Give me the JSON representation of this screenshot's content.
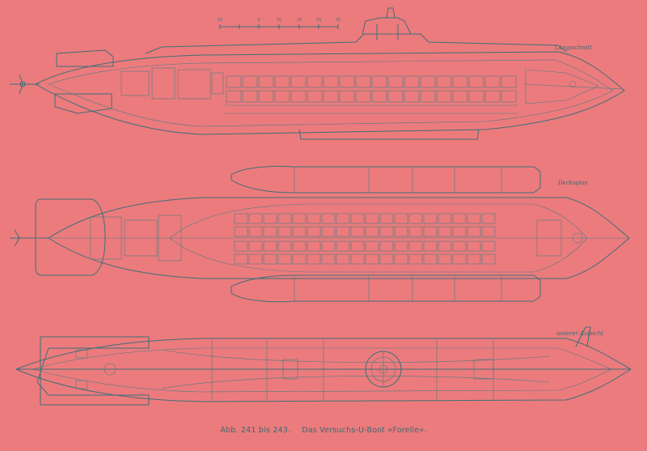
{
  "labels": {
    "top_view_label": "Längsschnitt",
    "middle_view_label": "Decksplan",
    "bottom_view_label": "unterer Aufsicht"
  },
  "caption": {
    "figure_ref": "Abb. 241 bis 243.",
    "title": "Das Versuchs-U-Boot »Forelle«."
  },
  "scale_bar": {
    "ticks": [
      "10",
      "5",
      "10",
      "15",
      "20",
      "25"
    ]
  },
  "colors": {
    "background": "#ec7b7d",
    "line": "#3f6f77"
  }
}
